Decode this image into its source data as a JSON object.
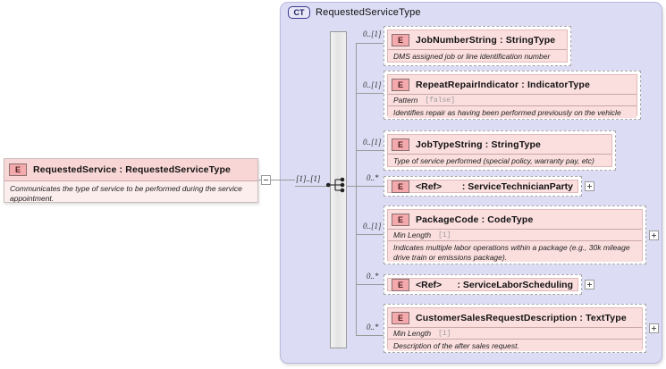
{
  "diagram": {
    "type": "xsd-schema-diagram",
    "colors": {
      "container_fill": "#dcdcf4",
      "container_border": "#b9b9dd",
      "element_fill": "#fbdede",
      "element_header_fill": "#f9d6d6",
      "badge_fill": "#f4a9ad",
      "sequence_bar": "#e4e4e4",
      "connector_line": "#9a9a9a",
      "facet_value": "#9b9b9b"
    }
  },
  "complex_type": {
    "badge": "CT",
    "badge_icon": "complex-type-icon",
    "title": "RequestedServiceType"
  },
  "root_element": {
    "badge": "E",
    "badge_icon": "element-icon",
    "name": "RequestedService : RequestedServiceType",
    "documentation": "Communicates the type of service to be performed during the service appointment.",
    "cardinality": "[1]..[1]",
    "toggle": "minus"
  },
  "compositor": {
    "kind": "sequence",
    "icon": "sequence-icon"
  },
  "children": [
    {
      "badge": "E",
      "name": "JobNumberString : StringType",
      "cardinality": "0..[1]",
      "facet": null,
      "facet_value": null,
      "documentation": "DMS assigned job or line identification number",
      "is_ref": false,
      "toggle": null
    },
    {
      "badge": "E",
      "name": "RepeatRepairIndicator : IndicatorType",
      "cardinality": "0..[1]",
      "facet": "Pattern",
      "facet_value": "[false]",
      "documentation": "Identifies repair as having been performed previously on the vehicle",
      "is_ref": false,
      "toggle": null
    },
    {
      "badge": "E",
      "name": "JobTypeString : StringType",
      "cardinality": "0..[1]",
      "facet": null,
      "facet_value": null,
      "documentation": "Type of service performed (special policy, warranty pay, etc)",
      "is_ref": false,
      "toggle": null
    },
    {
      "badge": "E",
      "name": "<Ref>",
      "ref_type": ": ServiceTechnicianParty",
      "cardinality": "0..*",
      "facet": null,
      "facet_value": null,
      "documentation": null,
      "is_ref": true,
      "toggle": "plus"
    },
    {
      "badge": "E",
      "name": "PackageCode : CodeType",
      "cardinality": "0..[1]",
      "facet": "Min Length",
      "facet_value": "[1]",
      "documentation": "Indicates multiple labor operations within a package (e.g., 30k mileage drive train or emissions package).",
      "is_ref": false,
      "toggle": "plus"
    },
    {
      "badge": "E",
      "name": "<Ref>",
      "ref_type": ": ServiceLaborScheduling",
      "cardinality": "0..*",
      "facet": null,
      "facet_value": null,
      "documentation": null,
      "is_ref": true,
      "toggle": "plus"
    },
    {
      "badge": "E",
      "name": "CustomerSalesRequestDescription : TextType",
      "cardinality": "0..*",
      "facet": "Min Length",
      "facet_value": "[1]",
      "documentation": "Description of the after sales request.",
      "is_ref": false,
      "toggle": "plus"
    }
  ]
}
